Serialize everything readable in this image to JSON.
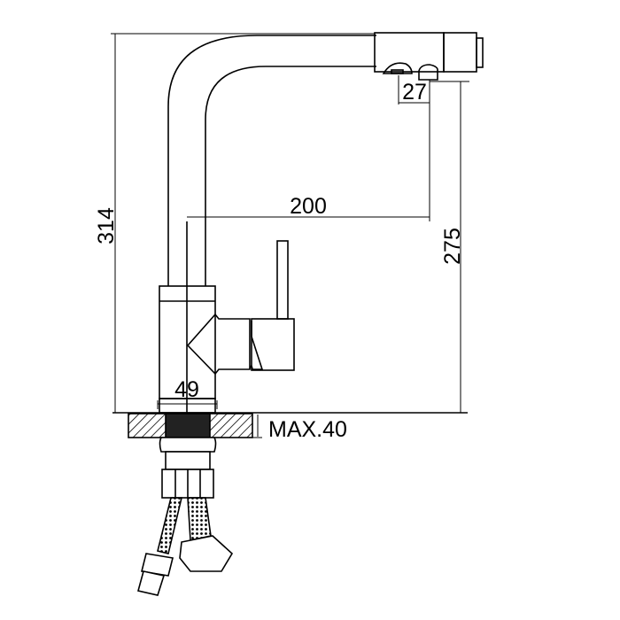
{
  "dimensions": {
    "total_height": "314",
    "spout_height": "275",
    "spout_reach": "200",
    "outlet_spacing": "27",
    "base_diameter": "49",
    "max_counter_thickness": "MAX.40"
  }
}
